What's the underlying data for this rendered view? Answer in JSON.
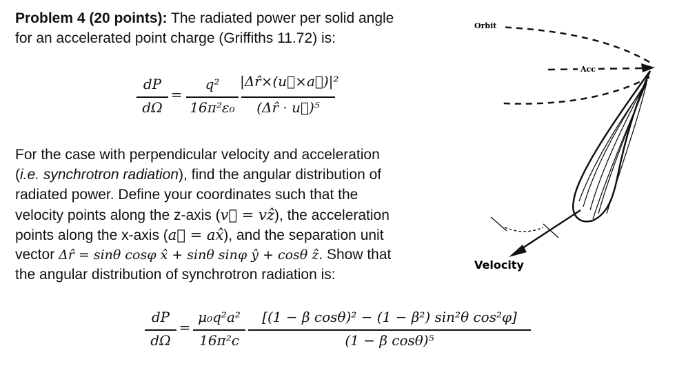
{
  "problem": {
    "heading": "Problem 4 (20 points):",
    "intro_rest": " The radiated power per solid angle",
    "intro_line2": "for an accelerated point charge (Griffiths 11.72) is:"
  },
  "eq1": {
    "lhs_num": "dP",
    "lhs_den": "dΩ",
    "equals": "=",
    "coef_num": "q²",
    "coef_den": "16π²ε₀",
    "num": "|Δr̂×(u⃗×a⃗)|²",
    "den": "(Δr̂ · u⃗)⁵"
  },
  "body": {
    "l1": "For the case with perpendicular velocity and acceleration",
    "l2_open": "(",
    "l2_ital": "i.e. synchrotron radiation",
    "l2_close": "), find the angular distribution of",
    "l3": "radiated power. Define your coordinates such that the",
    "l4_a": "velocity points along the z-axis (",
    "l4_m": "v⃗ = vẑ",
    "l4_b": "), the acceleration",
    "l5_a": "points along the x-axis (",
    "l5_m": "a⃗ = ax̂",
    "l5_b": "), and the separation unit",
    "l6_a": "vector ",
    "l6_m": "Δr̂ = sinθ cosφ x̂ + sinθ sinφ ŷ + cosθ ẑ",
    "l6_b": ". Show that",
    "l7": "the angular distribution of synchrotron radiation is:"
  },
  "eq2": {
    "lhs_num": "dP",
    "lhs_den": "dΩ",
    "equals": "=",
    "coef_num": "μ₀q²a²",
    "coef_den": "16π²c",
    "num": "[(1 − β cosθ)² − (1 − β²) sin²θ cos²φ]",
    "den": "(1 − β cosθ)⁵"
  },
  "figure": {
    "orbit_label": "Orbit",
    "acc_label": "Acc",
    "velocity_label": "Velocity"
  }
}
